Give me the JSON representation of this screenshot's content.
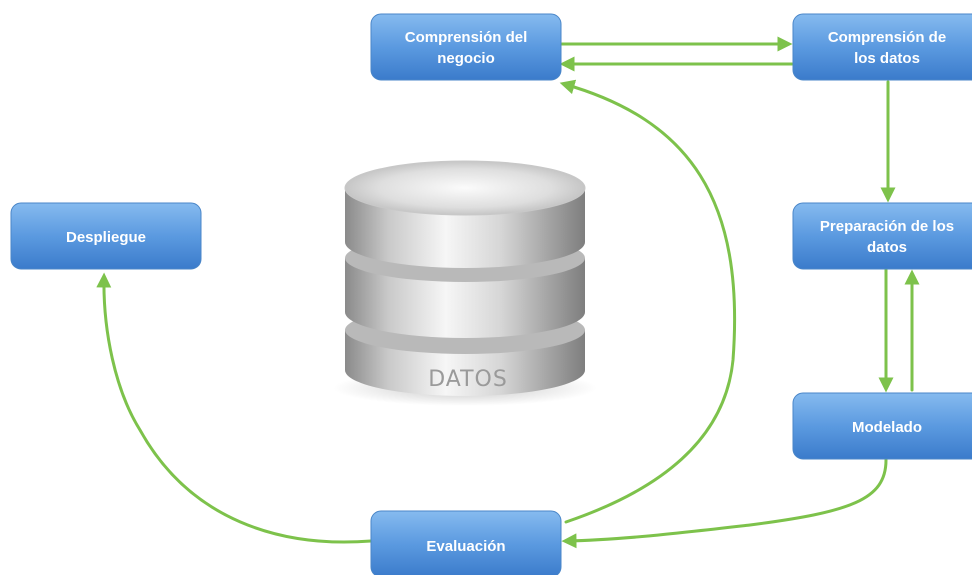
{
  "nodes": {
    "comprension_negocio": {
      "line1": "Comprensión del",
      "line2": "negocio"
    },
    "comprension_datos": {
      "line1": "Comprensión de",
      "line2": "los datos"
    },
    "preparacion": {
      "line1": "Preparación de los",
      "line2": "datos"
    },
    "modelado": {
      "label": "Modelado"
    },
    "evaluacion": {
      "label": "Evaluación"
    },
    "despliegue": {
      "label": "Despliegue"
    }
  },
  "database": {
    "label": "DATOS"
  },
  "colors": {
    "node_top": "#7fb4ea",
    "node_bottom": "#3f80cf",
    "node_border": "#4a86c8",
    "arrow": "#7dc24b",
    "db_light": "#f4f4f4",
    "db_dark": "#8e8e8e"
  }
}
